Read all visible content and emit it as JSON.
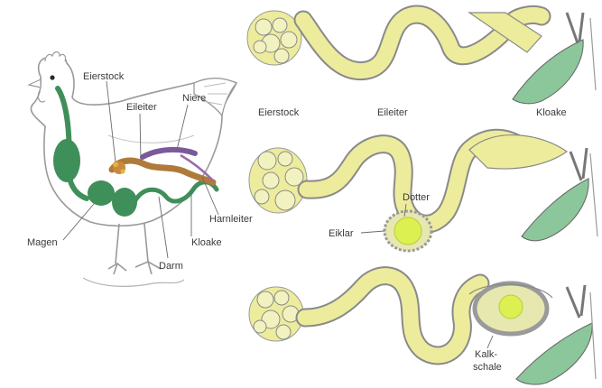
{
  "colors": {
    "tube_fill": "#ecec9c",
    "tube_stroke": "#8a8a8a",
    "ovary_fill": "#f2f2c0",
    "yolk_fill": "#dcf052",
    "egg_white": "#e7e7b0",
    "shell": "#9a9a9a",
    "cloaca_green": "#8cc79b",
    "stomach_green": "#3f8f5a",
    "kidney_purple": "#7a5a9a",
    "oviduct_brown": "#b07a3a",
    "outline": "#9a9a9a"
  },
  "chicken": {
    "labels": {
      "eierstock": "Eierstock",
      "eileiter": "Eileiter",
      "niere": "Niere",
      "harnleiter": "Harnleiter",
      "kloake": "Kloake",
      "darm": "Darm",
      "magen": "Magen"
    }
  },
  "stage1": {
    "labels": {
      "eierstock": "Eierstock",
      "eileiter": "Eileiter",
      "kloake": "Kloake"
    }
  },
  "stage2": {
    "labels": {
      "dotter": "Dotter",
      "eiklar": "Eiklar"
    }
  },
  "stage3": {
    "labels": {
      "kalk": "Kalk-",
      "schale": "schale"
    }
  }
}
